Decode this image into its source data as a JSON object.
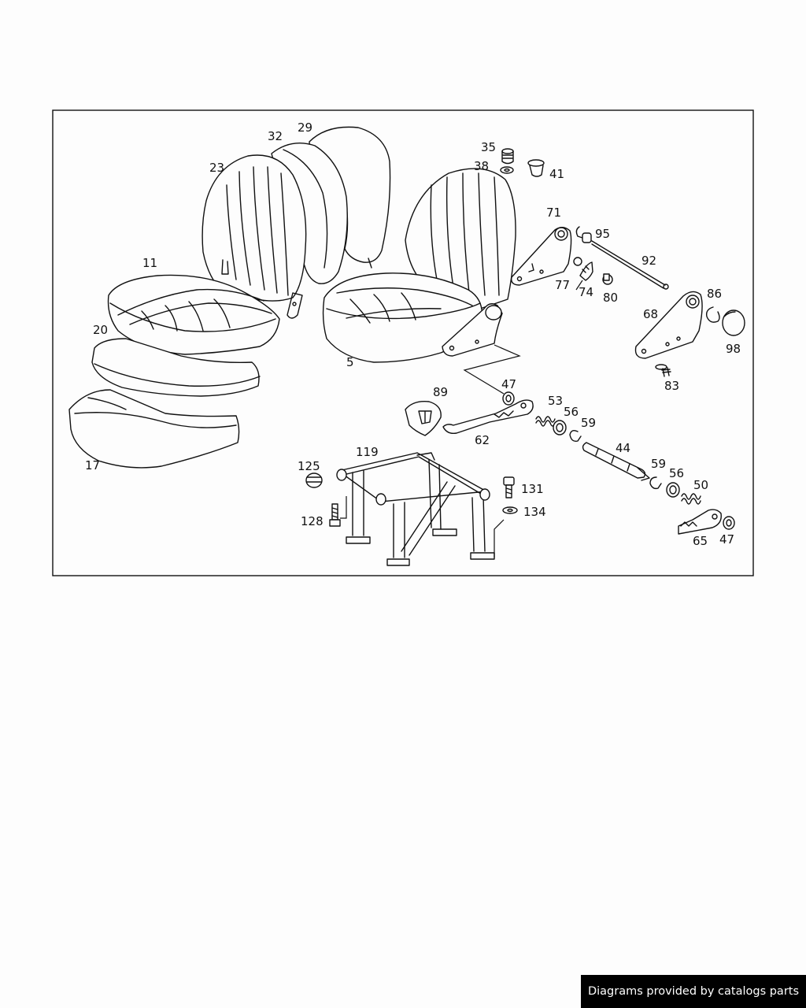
{
  "diagram": {
    "part_labels": {
      "p5": "5",
      "p11": "11",
      "p17": "17",
      "p20": "20",
      "p23": "23",
      "p29": "29",
      "p32": "32",
      "p35": "35",
      "p38": "38",
      "p41": "41",
      "p44": "44",
      "p47a": "47",
      "p47b": "47",
      "p50": "50",
      "p53": "53",
      "p56a": "56",
      "p56b": "56",
      "p59a": "59",
      "p59b": "59",
      "p62": "62",
      "p65": "65",
      "p68": "68",
      "p71": "71",
      "p74": "74",
      "p77": "77",
      "p80": "80",
      "p83": "83",
      "p86": "86",
      "p89": "89",
      "p92": "92",
      "p95": "95",
      "p98": "98",
      "p119": "119",
      "p125": "125",
      "p128": "128",
      "p131": "131",
      "p134": "134"
    }
  },
  "footer": {
    "text": "Diagrams provided by catalogs parts"
  }
}
